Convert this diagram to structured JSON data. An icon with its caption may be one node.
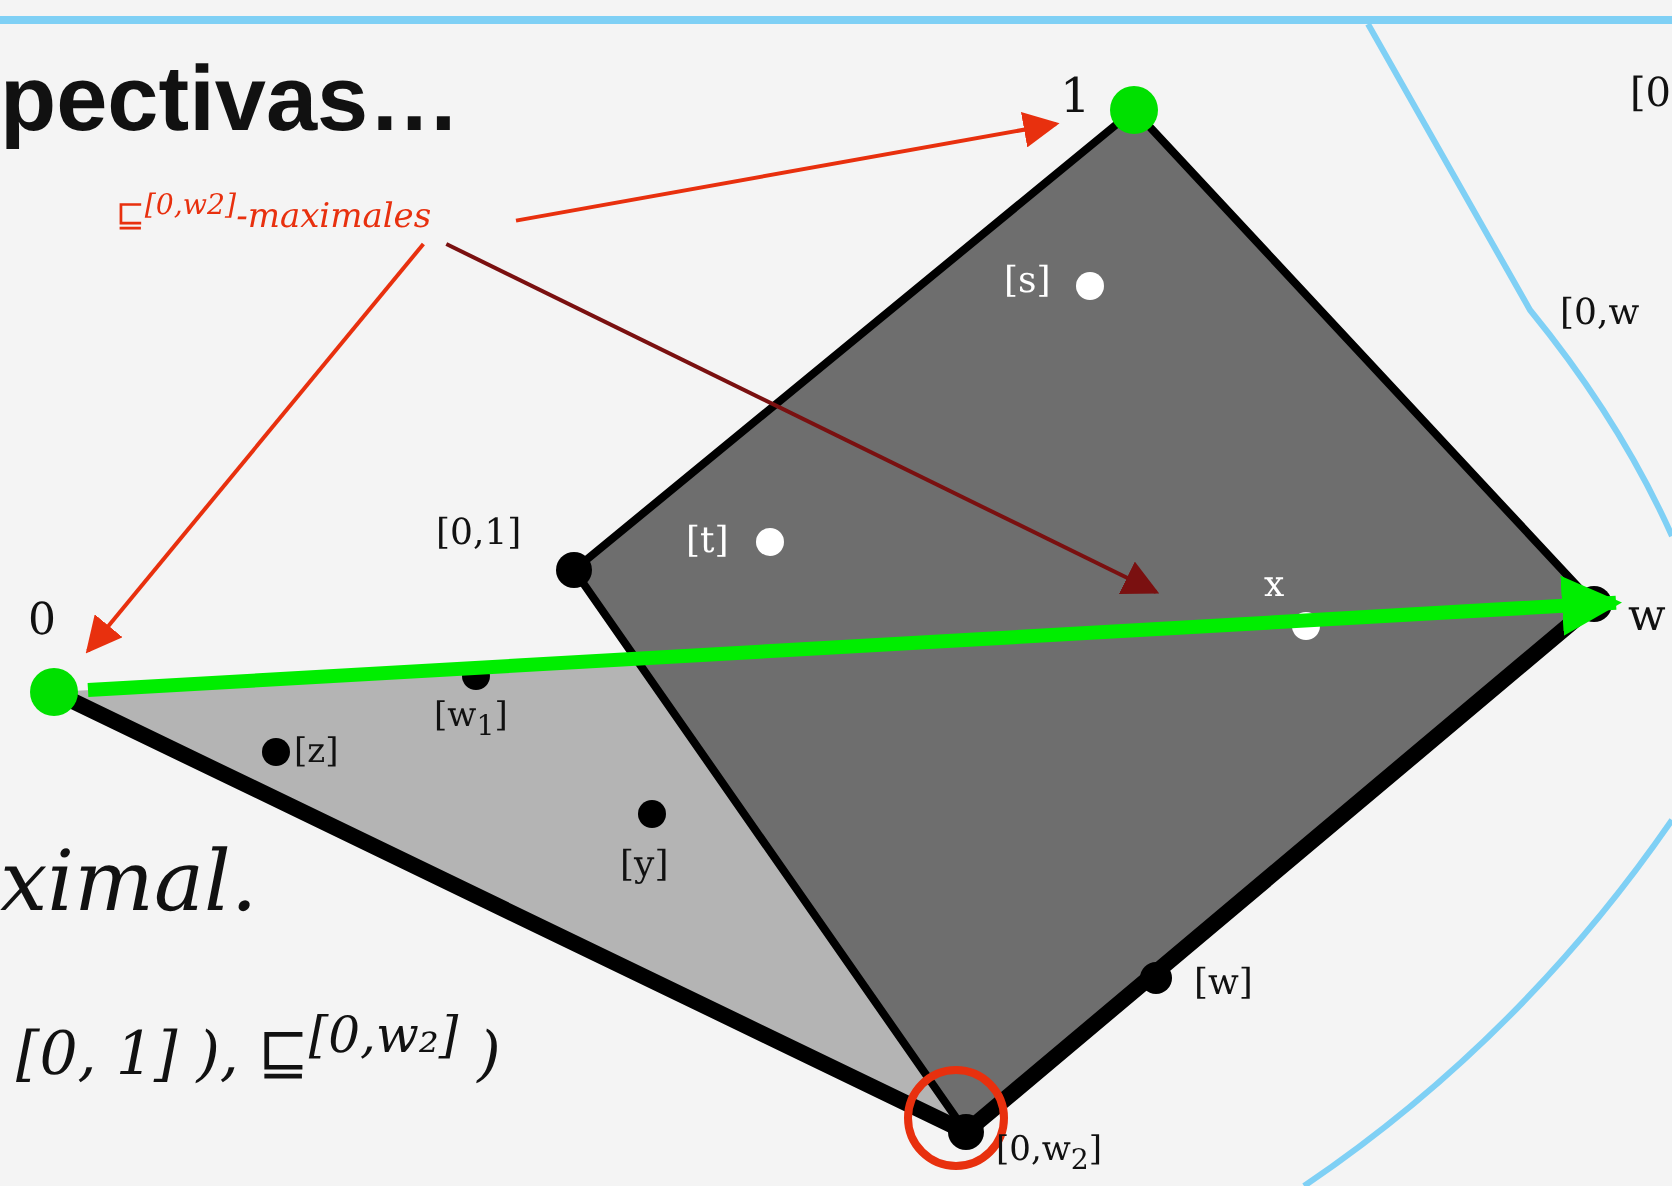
{
  "diagram": {
    "title": "pectivas…",
    "nodes": [
      {
        "text": [
          "⊑$^{[0,w2]}$-maximales"
        ]
      },
      {
        "text": [
          "1"
        ]
      },
      {
        "text": [
          "0"
        ]
      },
      {
        "text": [
          "w"
        ]
      }
    ],
    "edges": [
      {
        "from": 0,
        "to": 1,
        "arrow": "to"
      },
      {
        "from": 0,
        "to": 2,
        "arrow": "to"
      },
      {
        "from": 0,
        "to": null,
        "arrow": "to",
        "color": "#7a1010"
      },
      {
        "from": 2,
        "to": 3,
        "arrow": "to",
        "style": "thick",
        "color": "#00ee00"
      }
    ],
    "labels": [
      "[0",
      "[0,w",
      "[0,1]",
      "[s]",
      "[t]",
      "x",
      "[w$_{1}$]",
      "[z]",
      "[y]",
      "ximal.",
      "[0, 1] ), ⊑$^{[0,w₂]}$ )",
      "[w]",
      "[0,w$_{2}$]"
    ]
  }
}
